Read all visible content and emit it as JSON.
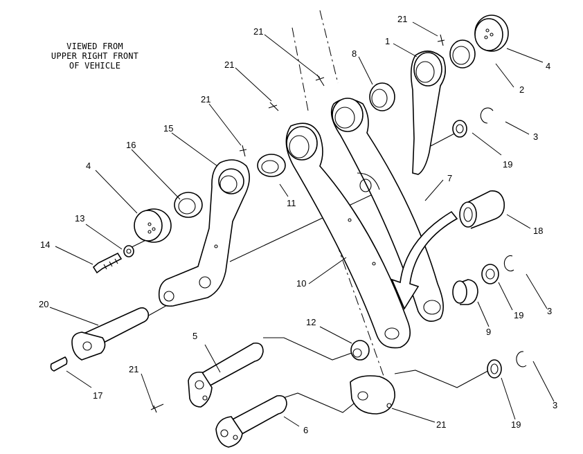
{
  "caption": {
    "line1": "VIEWED FROM",
    "line2": "UPPER RIGHT FRONT",
    "line3": "OF VEHICLE"
  },
  "callouts": {
    "c1": "1",
    "c2": "2",
    "c3a": "3",
    "c3b": "3",
    "c3c": "3",
    "c4a": "4",
    "c4b": "4",
    "c5": "5",
    "c6": "6",
    "c7": "7",
    "c8": "8",
    "c9": "9",
    "c10": "10",
    "c11": "11",
    "c12": "12",
    "c13": "13",
    "c14": "14",
    "c15": "15",
    "c16": "16",
    "c17": "17",
    "c18": "18",
    "c19a": "19",
    "c19b": "19",
    "c19c": "19",
    "c20": "20",
    "c21a": "21",
    "c21b": "21",
    "c21c": "21",
    "c21d": "21",
    "c21e": "21",
    "c21f": "21"
  }
}
